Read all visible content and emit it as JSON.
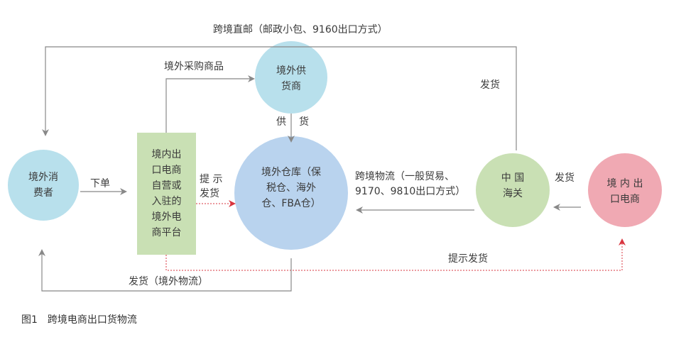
{
  "colors": {
    "blue_circle": "#b8e0ec",
    "warehouse_circle": "#b9d3ee",
    "green": "#c9e0b4",
    "pink": "#f0a9b3",
    "arrow_gray": "#888888",
    "dotted_red": "#d9353f"
  },
  "nodes": {
    "consumer": "境外消\n费者",
    "platform": "境内出\n口电商\n自营或\n入驻的\n境外电\n商平台",
    "supplier": "境外供\n货商",
    "warehouse": "境外仓库（保\n税仓、海外\n仓、FBA仓）",
    "customs": "中 国\n海关",
    "exporter": "境 内 出\n口电商"
  },
  "labels": {
    "direct_mail": "跨境直邮（邮政小包、9160出口方式）",
    "overseas_purchase": "境外采购商品",
    "supply_1": "供",
    "supply_2": "货",
    "ship_right": "发货",
    "order": "下单",
    "notify_1": "提 示",
    "notify_2": "发货",
    "cross_logistics_1": "跨境物流（一般贸易、",
    "cross_logistics_2": "9170、9810出口方式）",
    "ship_customs": "发货",
    "notify_bottom": "提示发货",
    "ship_overseas": "发货（境外物流）"
  },
  "caption": "图1　跨境电商出口货物流"
}
